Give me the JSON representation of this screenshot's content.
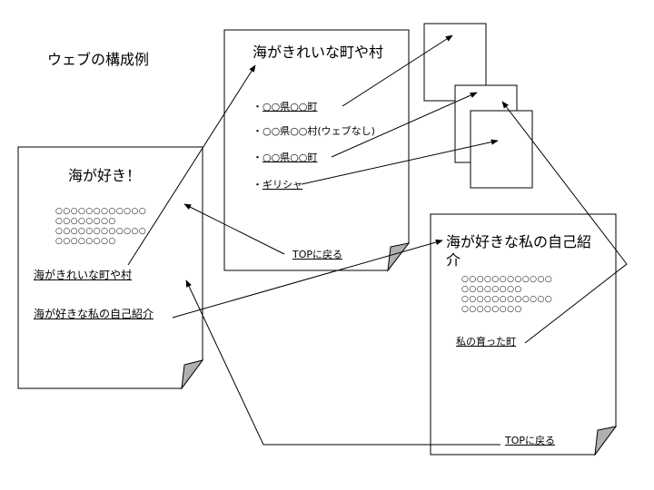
{
  "diagram_title": "ウェブの構成例",
  "top_page": {
    "title": "海が好き！",
    "body_dots": "○○○○○○○○○○○○\n○○○○○○○○\n○○○○○○○○○○○○\n○○○○○○○○",
    "link_town": "海がきれいな町や村",
    "link_intro": "海が好きな私の自己紹介"
  },
  "town_page": {
    "title": "海がきれいな町や村",
    "items": [
      {
        "bullet": "・",
        "text": "○○県○○町",
        "linked": true
      },
      {
        "bullet": "・",
        "text": "○○県○○村(ウェブなし)",
        "linked": false
      },
      {
        "bullet": "・",
        "text": "○○県○○町",
        "linked": true
      },
      {
        "bullet": "・",
        "text": "ギリシャ",
        "linked": true
      }
    ],
    "back_link": "TOPに戻る"
  },
  "intro_page": {
    "title": "海が好きな私の自己紹介",
    "body_dots": "○○○○○○○○○○○○\n○○○○○○○○\n○○○○○○○○○○○○\n○○○○○○○○",
    "link_hometown": "私の育った町",
    "back_link": "TOPに戻る"
  },
  "colors": {
    "line": "#000000",
    "page_fill": "#ffffff",
    "fold_fill": "#b0b0b0"
  }
}
